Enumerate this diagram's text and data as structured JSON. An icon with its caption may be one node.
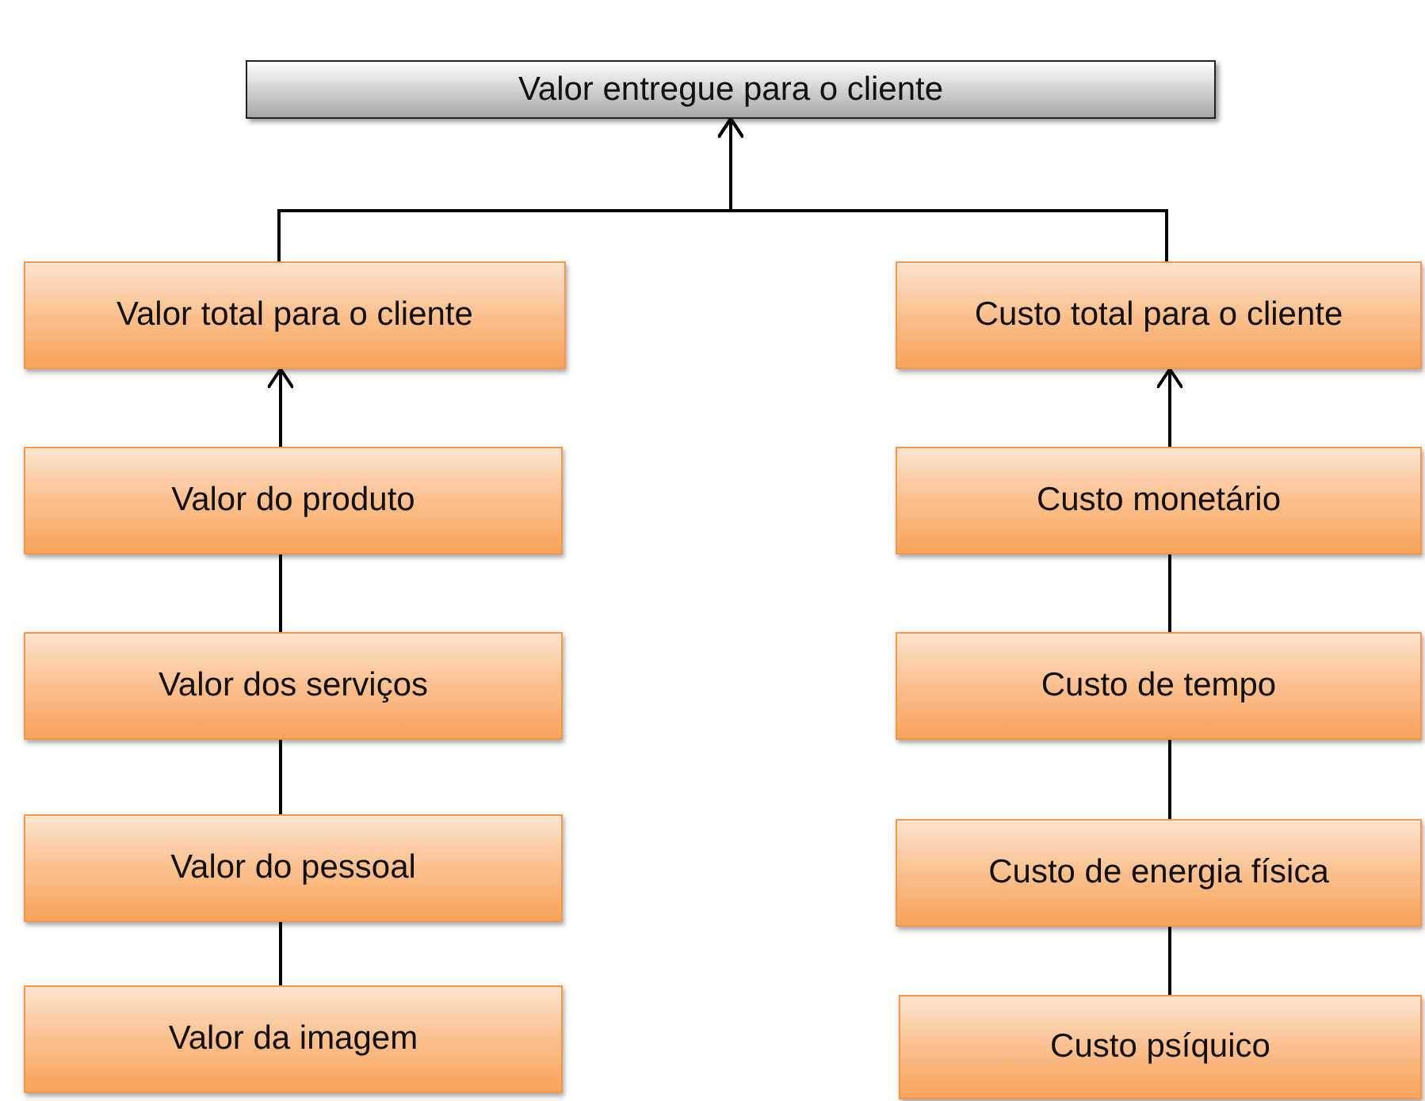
{
  "diagram": {
    "nodes": [
      {
        "text": [
          "Valor entregue para o cliente"
        ]
      },
      {
        "text": [
          "Valor total para o cliente"
        ]
      },
      {
        "text": [
          "Custo total para o cliente"
        ]
      },
      {
        "text": [
          "Valor do produto"
        ]
      },
      {
        "text": [
          "Valor dos serviços"
        ]
      },
      {
        "text": [
          "Valor do pessoal"
        ]
      },
      {
        "text": [
          "Valor da imagem"
        ]
      },
      {
        "text": [
          "Custo monetário"
        ]
      },
      {
        "text": [
          "Custo de tempo"
        ]
      },
      {
        "text": [
          "Custo de energia física"
        ]
      },
      {
        "text": [
          "Custo psíquico"
        ]
      }
    ],
    "edges": [
      {
        "from": 1,
        "to": 0,
        "arrow": "to"
      },
      {
        "from": 2,
        "to": 0,
        "arrow": "to"
      },
      {
        "from": 3,
        "to": 1,
        "arrow": "to"
      },
      {
        "from": 4,
        "to": 3,
        "arrow": "none"
      },
      {
        "from": 5,
        "to": 4,
        "arrow": "none"
      },
      {
        "from": 6,
        "to": 5,
        "arrow": "none"
      },
      {
        "from": 7,
        "to": 2,
        "arrow": "to"
      },
      {
        "from": 8,
        "to": 7,
        "arrow": "none"
      },
      {
        "from": 9,
        "to": 8,
        "arrow": "none"
      },
      {
        "from": 10,
        "to": 9,
        "arrow": "none"
      }
    ]
  }
}
